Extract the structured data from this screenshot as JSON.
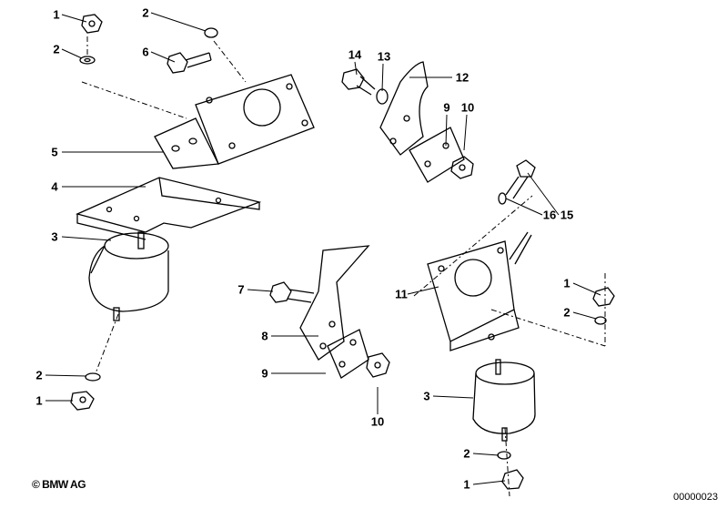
{
  "callouts": [
    "1",
    "2",
    "2",
    "6",
    "14",
    "13",
    "12",
    "9",
    "10",
    "15",
    "16",
    "5",
    "4",
    "3",
    "7",
    "8",
    "9",
    "10",
    "11",
    "1",
    "2",
    "3",
    "2",
    "1",
    "2",
    "1"
  ],
  "footer": {
    "copyright": "© BMW AG",
    "image_id": "00000023"
  }
}
